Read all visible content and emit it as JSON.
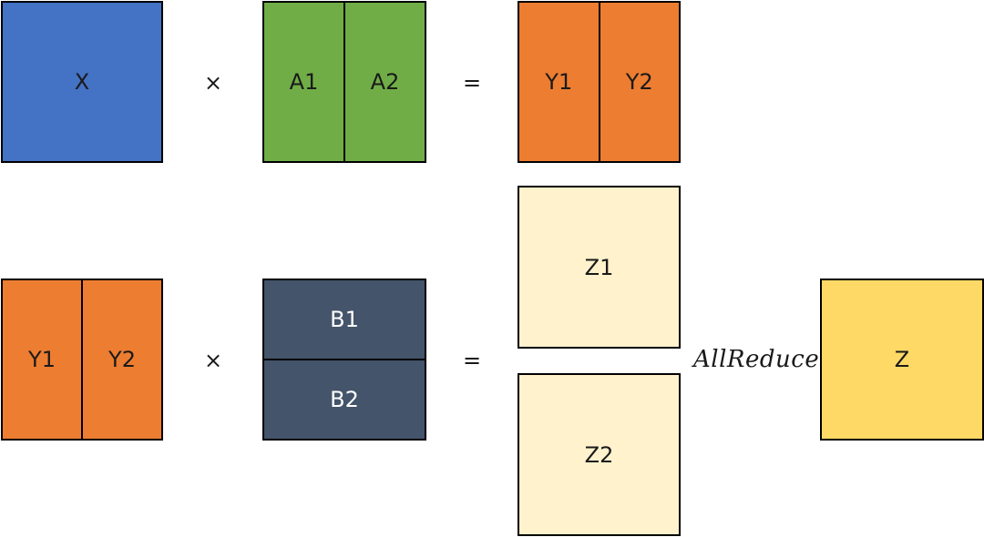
{
  "colors": {
    "x": "#4472C4",
    "a": "#70AD47",
    "y": "#ED7D31",
    "b": "#44546A",
    "z_part": "#FFF2CC",
    "z": "#FFD966"
  },
  "row1": {
    "x_label": "X",
    "times": "×",
    "a1": "A1",
    "a2": "A2",
    "equals": "=",
    "y1": "Y1",
    "y2": "Y2"
  },
  "row2": {
    "y1": "Y1",
    "y2": "Y2",
    "times": "×",
    "b1": "B1",
    "b2": "B2",
    "equals": "=",
    "z1": "Z1",
    "z2": "Z2",
    "reduce_label": "AllReduce",
    "z": "Z"
  }
}
